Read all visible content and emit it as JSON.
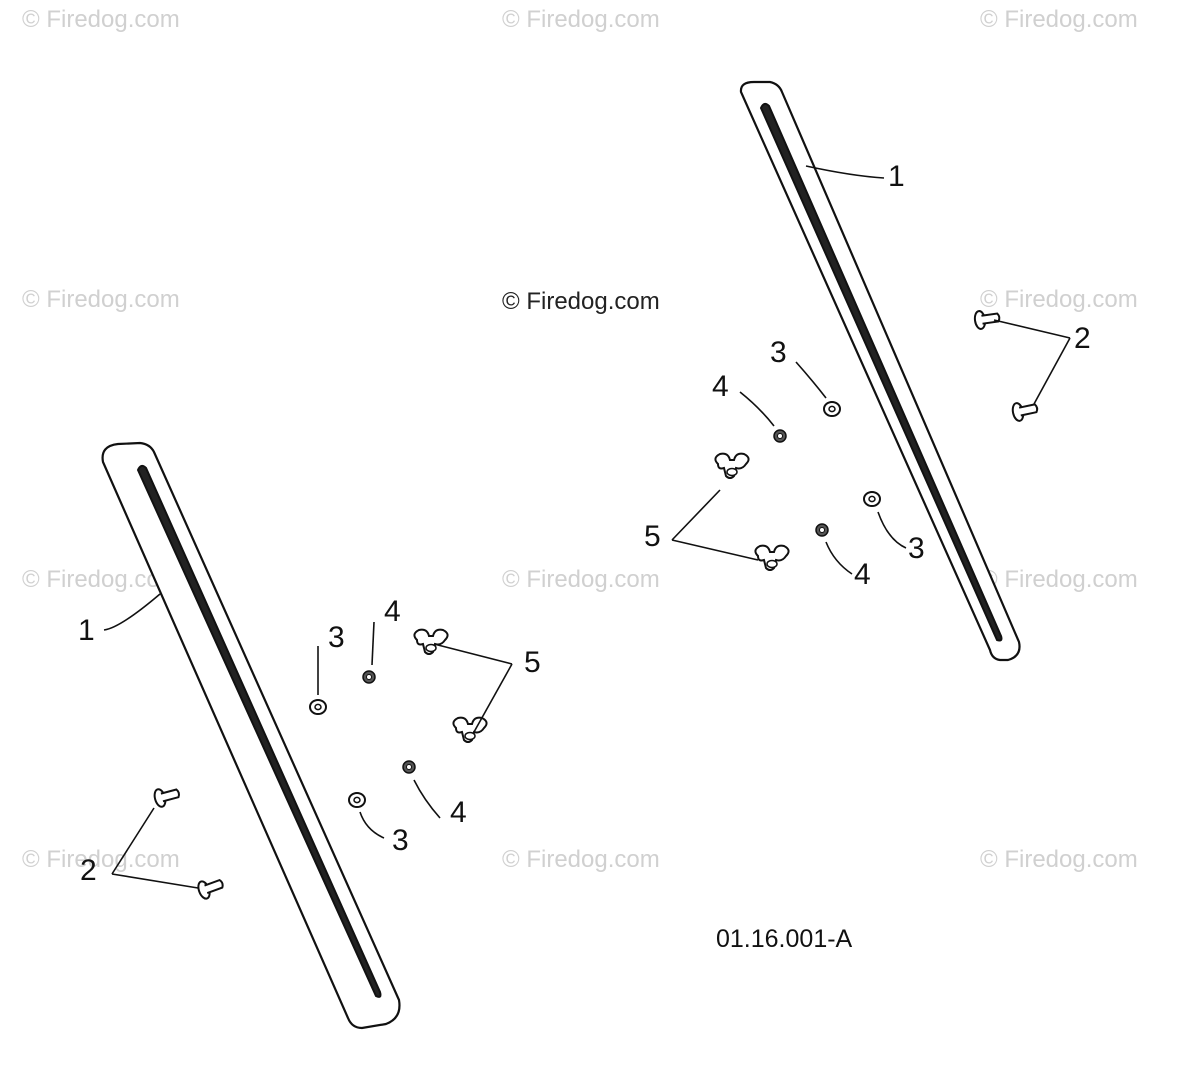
{
  "watermark": {
    "text": "© Firedog.com",
    "main_text": "© Firedog.com"
  },
  "diagram_code": "01.16.001-A",
  "callouts": {
    "left": {
      "rail": "1",
      "bolts": "2",
      "washer_a": "3",
      "nut_a": "4",
      "wing_nuts": "5",
      "washer_b": "3",
      "nut_b": "4"
    },
    "right": {
      "rail": "1",
      "bolts": "2",
      "washer_a": "3",
      "nut_a": "4",
      "wing_nuts": "5",
      "washer_b": "3",
      "nut_b": "4"
    }
  }
}
